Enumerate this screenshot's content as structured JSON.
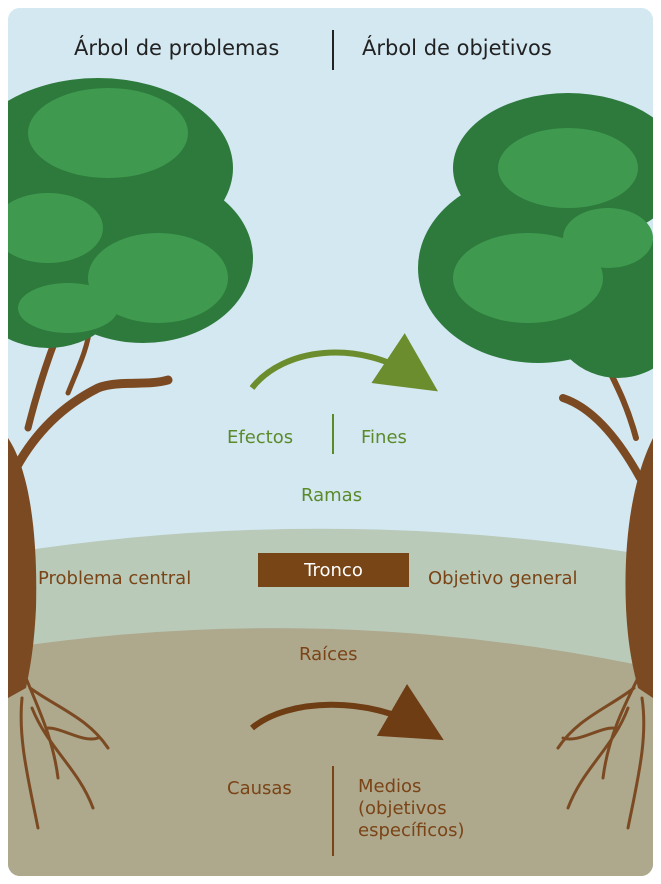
{
  "header": {
    "left_title": "Árbol de problemas",
    "right_title": "Árbol de objetivos"
  },
  "canopy": {
    "left_label": "Efectos",
    "right_label": "Fines",
    "center_label": "Ramas"
  },
  "trunk": {
    "left_label": "Problema central",
    "box_label": "Tronco",
    "right_label": "Objetivo general"
  },
  "roots": {
    "center_label": "Raíces",
    "left_label": "Causas",
    "right_label": "Medios\n(objetivos\nespecíficos)"
  },
  "colors": {
    "sky": "#d4e8f2",
    "ground_light": "#b9cab9",
    "ground_dark": "#aea88d",
    "foliage_dark": "#2d7a3c",
    "foliage_light": "#3f9a4f",
    "trunk_brown": "#784517",
    "arrow_green": "#6c8d2d",
    "arrow_brown": "#6e3d14",
    "text_green": "#5b8a2a",
    "text_brown": "#7a4416"
  }
}
